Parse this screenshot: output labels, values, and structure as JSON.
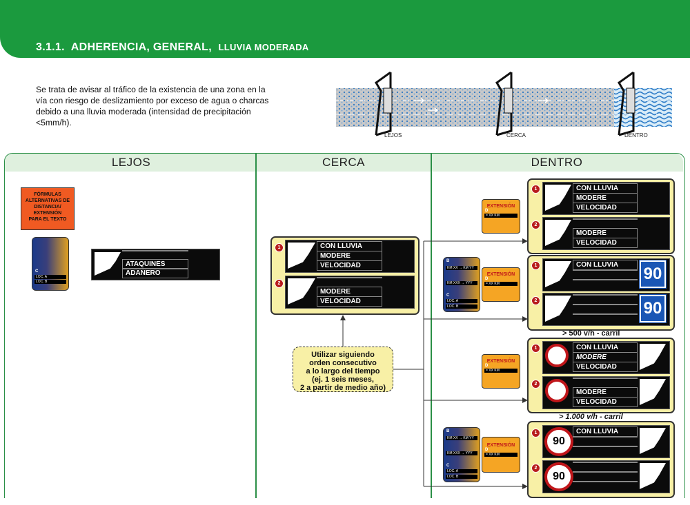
{
  "header": {
    "number": "3.1.1.",
    "title": "ADHERENCIA, GENERAL,",
    "subtitle": "LLUVIA MODERADA"
  },
  "intro": "Se trata de avisar al tráfico de la existencia de una zona en la vía con riesgo de deslizamiento por exceso de agua o charcas debido a una lluvia moderada (intensidad de precipitación <5mm/h).",
  "road": {
    "labels": [
      "LEJOS",
      "CERCA",
      "DENTRO"
    ]
  },
  "columns": [
    "LEJOS",
    "CERCA",
    "DENTRO"
  ],
  "lejos": {
    "formula_box": [
      "FÓRMULAS",
      "ALTERNATIVAS DE",
      "DISTANCIA/",
      "EXTENSIÓN",
      "PARA EL TEXTO"
    ],
    "gradient_sign": {
      "letter": "C",
      "rows": [
        "LOC. A",
        "LOC. B"
      ]
    },
    "sign": {
      "lines": [
        "",
        "ATAQUINES",
        "ADANERO"
      ]
    }
  },
  "cerca": {
    "sign1": {
      "badge": "1",
      "lines": [
        "CON LLUVIA",
        "MODERE",
        "VELOCIDAD"
      ]
    },
    "sign2": {
      "badge": "2",
      "lines": [
        "",
        "MODERE",
        "VELOCIDAD"
      ]
    },
    "callout": [
      "Utilizar siguiendo",
      "orden consecutivo",
      "a lo largo del tiempo",
      "(ej. 1 seis meses,",
      "2 a partir de medio año)"
    ]
  },
  "dentro": {
    "extension": {
      "title": "EXTENSIÓN",
      "letter": "D",
      "km": "= XX KM"
    },
    "route_sign": {
      "b": "B",
      "row1": "KM XX → KM YY",
      "row2": "KM XXX → YYY",
      "c": "C",
      "loc": [
        "LOC. A",
        "LOC. B"
      ]
    },
    "g1": {
      "s1": {
        "badge": "1",
        "lines": [
          "CON LLUVIA",
          "MODERE",
          "VELOCIDAD"
        ]
      },
      "s2": {
        "badge": "2",
        "lines": [
          "",
          "MODERE",
          "VELOCIDAD"
        ]
      }
    },
    "g2": {
      "s1": {
        "badge": "1",
        "lines": [
          "CON LLUVIA",
          "",
          ""
        ],
        "speed": "90"
      },
      "s2": {
        "badge": "2",
        "lines": [
          "",
          "",
          ""
        ],
        "speed": "90"
      }
    },
    "cond1": "> 500 v/h - carril",
    "g3": {
      "s1": {
        "badge": "1",
        "lines": [
          "CON LLUVIA",
          "MODERE",
          "VELOCIDAD"
        ]
      },
      "s2": {
        "badge": "2",
        "lines": [
          "",
          "MODERE",
          "VELOCIDAD"
        ]
      }
    },
    "cond2": "> 1.000 v/h - carril",
    "g4": {
      "s1": {
        "badge": "1",
        "lines": [
          "CON LLUVIA",
          "",
          ""
        ],
        "speed": "90"
      },
      "s2": {
        "badge": "2",
        "lines": [
          "",
          "",
          ""
        ],
        "speed": "90"
      }
    }
  },
  "colors": {
    "green": "#1b9a3e",
    "light_green": "#dff0de",
    "yellow": "#f8f0a6",
    "orange": "#f05a22",
    "red": "#c0161a",
    "blue": "#1a56b5"
  }
}
